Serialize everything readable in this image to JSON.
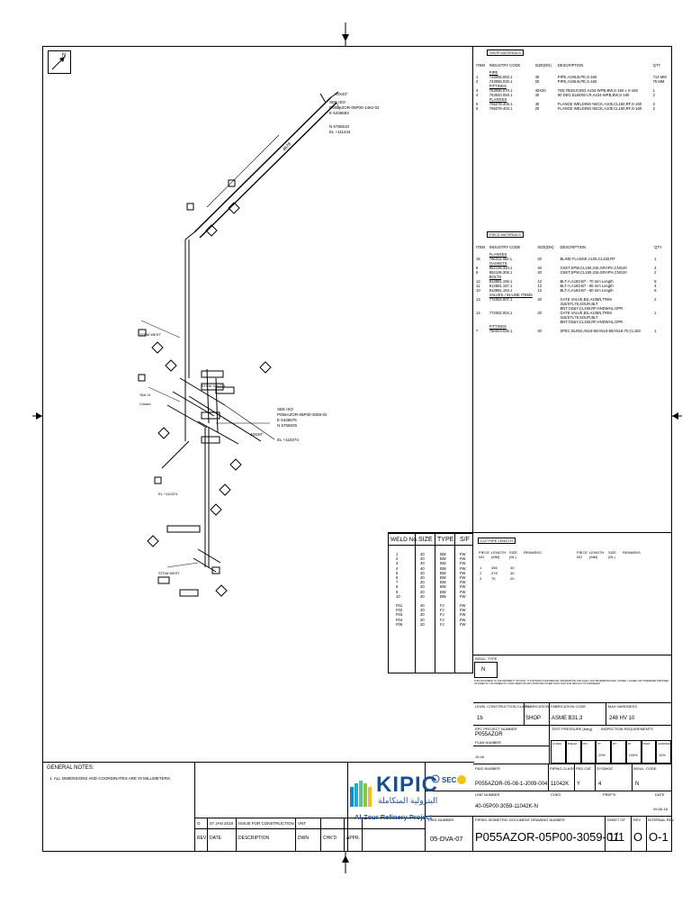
{
  "north_label": "N",
  "shop_materials": {
    "title": "SHOP MATERIALS",
    "headers": [
      "ITEM",
      "INDUSTRY CODE",
      "SIZE(DN)",
      "DESCRIPTION",
      "QTY"
    ],
    "sections": [
      {
        "name": "PIPE",
        "rows": [
          [
            "1",
            "743055.050.1",
            "40",
            "PIPE,A106.B,PE,S-160",
            "714 MM"
          ],
          [
            "2",
            "743055.030.1",
            "20",
            "PIPE,A106.B,PE,S-160",
            "75 MM"
          ]
        ]
      },
      {
        "name": "FITTINGS",
        "rows": [
          [
            "3",
            "763090.070.1",
            "40X20",
            "TEE REDUCING,A234-WPB,BW,S-160 x S-160",
            "1"
          ],
          [
            "4",
            "763040.050.1",
            "40",
            "90 DEG ELBOW LR,A234-WPB,BW,S-160",
            "2"
          ]
        ]
      },
      {
        "name": "FLANGES",
        "rows": [
          [
            "5",
            "766278.406.1",
            "40",
            "FLANGE WELDING NECK,A105,CL150,RF,S-160",
            "2"
          ],
          [
            "6",
            "766278.404.1",
            "20",
            "FLANGE WELDING NECK,A105,CL150,RF,S-160",
            "2"
          ]
        ]
      }
    ]
  },
  "field_materials": {
    "title": "FIELD MATERIALS",
    "headers": [
      "ITEM",
      "INDUSTRY CODE",
      "SIZE(DN)",
      "DESCRIPTION",
      "QTY"
    ],
    "sections": [
      {
        "name": "FLANGES",
        "rows": [
          [
            "15",
            "766311.062.1",
            "20",
            "BLIND FLANGE,A105,CL150,RF",
            "1"
          ]
        ]
      },
      {
        "name": "GASKETS",
        "rows": [
          [
            "8",
            "854106.310.1",
            "40",
            "GSKT,SPW,CL150,316,GRAPH,CNG40",
            "4"
          ],
          [
            "9",
            "854106.306.1",
            "20",
            "GSKT,SPW,CL150,316,GRAPH,CNG20",
            "2"
          ]
        ]
      },
      {
        "name": "BOLTS",
        "rows": [
          [
            "12",
            "813881.155.1",
            "13",
            "BLT-A,A193-B7 - 70 mm Length",
            "8"
          ],
          [
            "11",
            "813881.157.1",
            "13",
            "BLT-A,A193-B7 - 85 mm Length",
            "4"
          ],
          [
            "10",
            "813881.153.1",
            "13",
            "BLT-A,A193-B7 - 80 mm Length",
            "8"
          ]
        ]
      },
      {
        "name": "VALVES / IN-LINE ITEMS",
        "rows": [
          [
            "13",
            "772002.007.1",
            "40",
            "GATE VALVE,BS,A105N,TRIM",
            "2"
          ],
          [
            "",
            "",
            "",
            "316/STL78,SOUR,BLT",
            ""
          ],
          [
            "",
            "",
            "",
            "BNT,OS&Y,CL150,RF,HNDWHL,OPR",
            ""
          ],
          [
            "14",
            "772002.004.1",
            "20",
            "GATE VALVE,BS,A105N,TRIM",
            "1"
          ],
          [
            "",
            "",
            "",
            "316/STL78,SOUR,BLT",
            ""
          ],
          [
            "",
            "",
            "",
            "BNT,OS&Y,CL150,RF,HNDWHL,OPR",
            ""
          ]
        ]
      },
      {
        "name": "FITTINGS",
        "rows": [
          [
            "7",
            "780003.036.1",
            "40",
            "SPEC BLIND,A516-60/A516-65/A516-70,CL150",
            "1"
          ]
        ]
      }
    ]
  },
  "weld_table": {
    "headers": [
      "WELD No.",
      "SIZE",
      "TYPE",
      "S/F"
    ],
    "rows": [
      [
        "1",
        "40",
        "BW",
        "FW"
      ],
      [
        "2",
        "40",
        "BW",
        "FW"
      ],
      [
        "3",
        "40",
        "BW",
        "FW"
      ],
      [
        "4",
        "40",
        "BW",
        "FW"
      ],
      [
        "5",
        "40",
        "BW",
        "FW"
      ],
      [
        "6",
        "40",
        "BW",
        "FW"
      ],
      [
        "7",
        "20",
        "BW",
        "FW"
      ],
      [
        "8",
        "20",
        "BW",
        "FW"
      ],
      [
        "9",
        "20",
        "BW",
        "FW"
      ],
      [
        "10",
        "40",
        "BW",
        "FW"
      ],
      [
        "",
        "",
        "",
        ""
      ],
      [
        "F01",
        "40",
        "FJ",
        "FW"
      ],
      [
        "F02",
        "40",
        "FJ",
        "FW"
      ],
      [
        "F03",
        "40",
        "FJ",
        "FW"
      ],
      [
        "F04",
        "20",
        "FJ",
        "FW"
      ],
      [
        "F05",
        "20",
        "FJ",
        "FW"
      ]
    ]
  },
  "cut_pipe": {
    "title": "CUT PIPE LENGTH",
    "headers": [
      "PIECE",
      "LENGTH",
      "SIZE",
      "REMARKS"
    ],
    "subheaders": [
      "NO",
      "(MM)",
      "(IN.)"
    ],
    "rows": [
      [
        "1",
        "456",
        "40"
      ],
      [
        "2",
        "278",
        "40"
      ],
      [
        "3",
        "75",
        "20"
      ]
    ]
  },
  "insul": {
    "label": "INSUL. TYPE",
    "value": "N"
  },
  "disclaimer": "THIS DOCUMENT IS THE PROPERTY OF KIPIC. IT CONTAINS CONFIDENTIAL INFORMATION AND SHALL NOT BE REPRODUCED, COPIED, LOANED OR OTHERWISE DISPOSED OF DIRECTLY OR INDIRECTLY NOR USED FOR ANY PURPOSE OTHER THAN THAT FOR WHICH IT IS FURNISHED.",
  "title_block": {
    "lbl_constr_class": "LEVEL CONSTRUCTION CLASS",
    "lbl_fabrication": "FABRICATION",
    "lbl_fab_code": "FABRICATION CODE",
    "lbl_max_hardness": "MAX HARDNESS",
    "constr_class": "1b",
    "fabrication": "SHOP",
    "fab_code": "ASME B31.3",
    "max_hardness": "248 HV 10",
    "lbl_project": "EPC PROJECT NUMBER",
    "project": "P055AZOR",
    "lbl_test": "TEST PRESSURE (barg)",
    "lbl_inspection": "INSPECTION REQUIREMENTS",
    "lbl_plan": "PLAN NUMBER",
    "test_value": "15.45",
    "insp_headers": [
      "HYDRO",
      "PNEUM",
      "PMI",
      "PT",
      "MT",
      "RT",
      "PWHT",
      "HARDNESS"
    ],
    "insp_values": [
      "",
      "",
      "",
      "20%",
      "",
      "100%",
      "",
      "10%"
    ],
    "lbl_pid": "P&ID NUMBER",
    "pid": "P055AZOR-05-08-1-J009-004",
    "lbl_line_class": "PIPING CLASS",
    "line_class": "11042K",
    "lbl_ped": "PED CAT",
    "ped": "Y",
    "lbl_sheet_no": "SYS/MOC",
    "sheet_no": "4",
    "lbl_insul_code": "INSUL. CODE",
    "insul_code": "N",
    "lbl_line_number": "LINE NUMBER",
    "line_number": "40-05P00-3059-11042K-N",
    "lbl_chkd": "CHKD",
    "lbl_prepd": "PREP'D",
    "lbl_date": "DATE",
    "date_value": "09-06-18",
    "lbl_dwg": "DWG NUMBER",
    "dwg": "05-DVA-07",
    "lbl_doc": "PIPING ISOMETRIC DOCUMENT DRAWING NUMBER",
    "doc": "P055AZOR-05P00-3059-01",
    "lbl_sheet": "SHEET OF",
    "sheet": "1/1",
    "lbl_rev": "REV",
    "rev": "O",
    "lbl_intrev": "INTERNAL REV",
    "intrev": "O-1"
  },
  "general_notes": {
    "title": "GENERAL NOTES:",
    "note1": "1. ALL DIMENSIONS AND COORDINATES ARE IN MILLIMETERS"
  },
  "revision": {
    "headers": [
      "REV",
      "DATE",
      "DESCRIPTION",
      "DWN",
      "CHK'D",
      "APPR."
    ],
    "row": [
      "O",
      "07 JAN 2018",
      "ISSUE FOR CONSTRUCTION",
      "VNT",
      "",
      ""
    ]
  },
  "logo": {
    "brand": "KIPIC",
    "arabic": "البترولية المتكاملة",
    "subtitle": "Al-Zour Refinery Project",
    "partner": "SEC"
  },
  "iso_callouts": {
    "top_see_iso": [
      "SEE ISO",
      "P055AZOR-05P00-1462-02",
      "E 5436693",
      "N 5756510",
      "EL +111244"
    ],
    "top_angle": "40X40°",
    "mid_see_iso": [
      "SEE ISO",
      "P055AZOR-05P00-3059-02",
      "E 5436675",
      "N 5756025",
      "EL +110374"
    ],
    "mid_angle": "40X20°",
    "stem_west": "STEM WEST",
    "stem_south": "STEM SOUTH",
    "tail": "TAIL N",
    "closed": "Closed",
    "el_bottom": "EL +110374",
    "dim_long": "4678"
  },
  "colors": {
    "line": "#000000",
    "paper": "#ffffff"
  }
}
